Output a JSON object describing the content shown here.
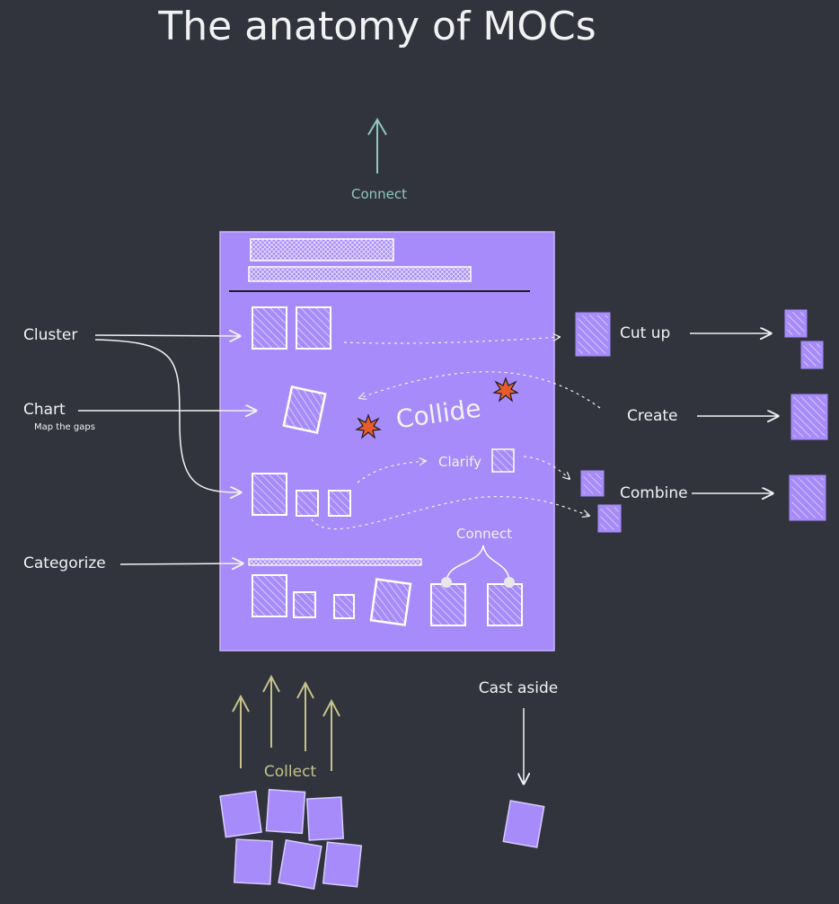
{
  "title": "The anatomy of MOCs",
  "labels": {
    "connect_top": "Connect",
    "cluster": "Cluster",
    "chart": "Chart",
    "chart_sub": "Map the gaps",
    "categorize": "Categorize",
    "collide": "Collide",
    "clarify": "Clarify",
    "connect_inner": "Connect",
    "cut_up": "Cut up",
    "create": "Create",
    "combine": "Combine",
    "cast_aside": "Cast aside",
    "collect": "Collect"
  },
  "colors": {
    "background": "#31343d",
    "moc_fill": "#a78bfa",
    "note_fill": "#a78bfa",
    "text": "#f2f2f2",
    "connect_arrow": "#8fc7c1",
    "collect_arrow": "#c6c28a",
    "burst": "#e85c2c"
  }
}
